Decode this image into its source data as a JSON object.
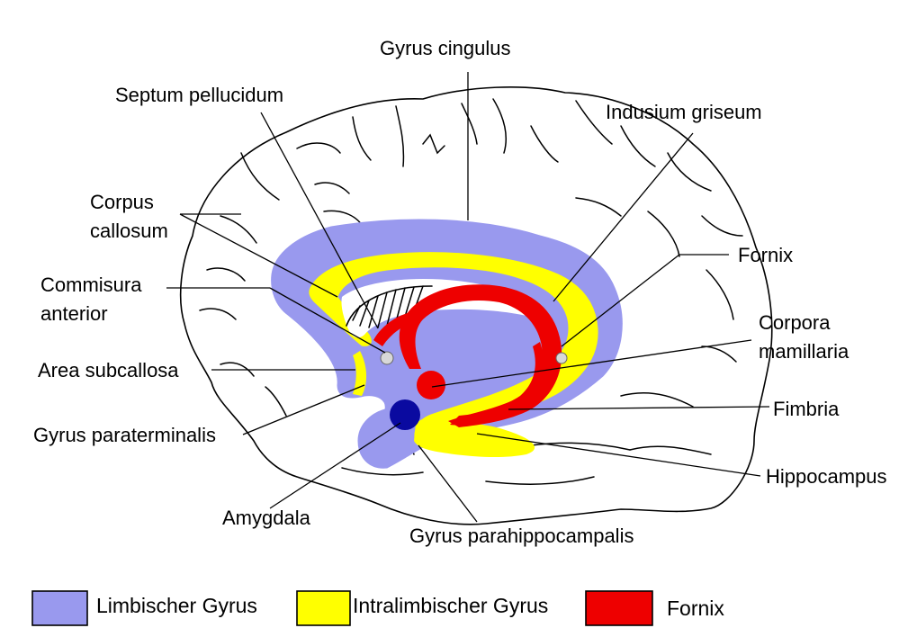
{
  "diagram": {
    "labels": {
      "gyrus_cingulus": "Gyrus cingulus",
      "septum_pellucidum": "Septum pellucidum",
      "indusium_griseum": "Indusium griseum",
      "corpus_callosum_1": "Corpus",
      "corpus_callosum_2": "callosum",
      "fornix": "Fornix",
      "commisura_anterior_1": "Commisura",
      "commisura_anterior_2": "anterior",
      "corpora_mamillaria_1": "Corpora",
      "corpora_mamillaria_2": "mamillaria",
      "area_subcallosa": "Area subcallosa",
      "fimbria": "Fimbria",
      "gyrus_paraterminalis": "Gyrus paraterminalis",
      "hippocampus": "Hippocampus",
      "amygdala": "Amygdala",
      "gyrus_parahippocampalis": "Gyrus parahippocampalis"
    },
    "legend": [
      {
        "label": "Limbischer Gyrus",
        "color": "#9999ee"
      },
      {
        "label": "Intralimbischer Gyrus",
        "color": "#ffff00"
      },
      {
        "label": "Fornix",
        "color": "#ee0000"
      }
    ],
    "colors": {
      "limbic": "#9999ee",
      "intralimbic": "#ffff00",
      "fornix": "#ee0000",
      "amygdala": "#0a0aa0",
      "mamillary": "#d8d8d8",
      "leader_cingulus": "#8080dd"
    }
  }
}
